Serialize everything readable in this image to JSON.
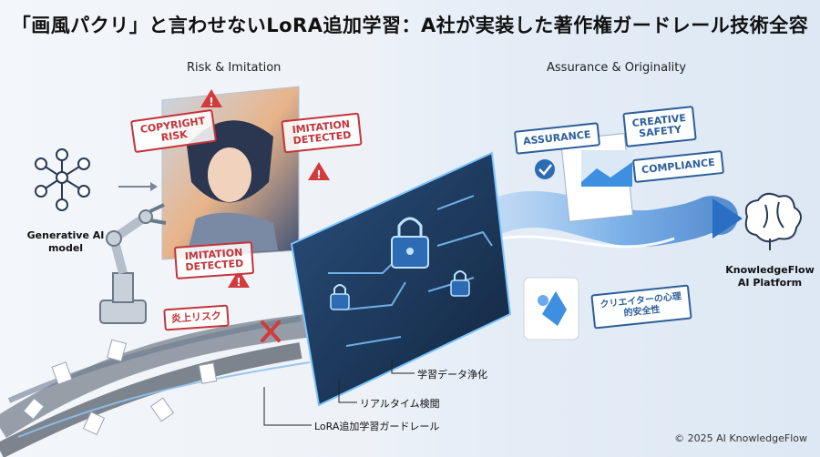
{
  "title": "「画風パクリ」と言わせないLoRA追加学習：A社が実装した著作権ガードレール技術全容",
  "sections": {
    "left": "Risk & Imitation",
    "right": "Assurance & Originality"
  },
  "risk_stamps": {
    "copyright": "COPYRIGHT RISK",
    "imitation_top": "IMITATION DETECTED",
    "imitation_bottom": "IMITATION DETECTED",
    "flame": "炎上リスク"
  },
  "assurance_tags": {
    "assurance": "ASSURANCE",
    "creative": "CREATIVE SAFETY",
    "compliance": "COMPLIANCE",
    "creator": "クリエイターの心理的安全性"
  },
  "nodes": {
    "model": "Generative AI model",
    "platform": "KnowledgeFlow AI Platform"
  },
  "callouts": {
    "purify": "学習データ浄化",
    "realtime": "リアルタイム検閲",
    "guardrail": "LoRA追加学習ガードレール"
  },
  "copyright": "© 2025 AI KnowledgeFlow",
  "colors": {
    "risk": "#c4343a",
    "assurance": "#2d5f9a",
    "flow": "#3f8fe0",
    "chip": "#1d3a5e"
  }
}
